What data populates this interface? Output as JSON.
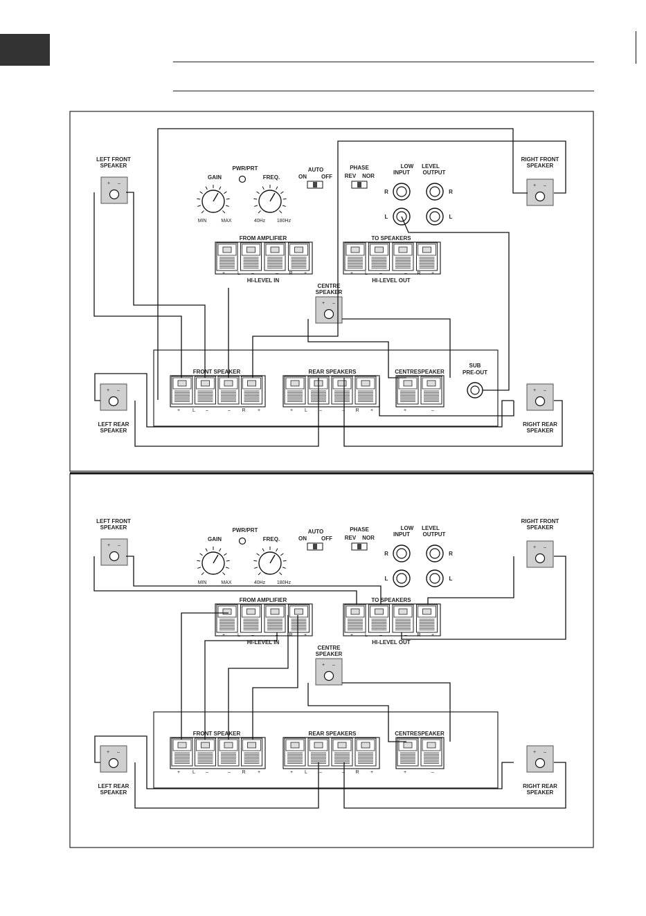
{
  "labels": {
    "left_front": [
      "LEFT FRONT",
      "SPEAKER"
    ],
    "right_front": [
      "RIGHT FRONT",
      "SPEAKER"
    ],
    "left_rear": [
      "LEFT REAR",
      "SPEAKER"
    ],
    "right_rear": [
      "RIGHT REAR",
      "SPEAKER"
    ],
    "centre": [
      "CENTRE",
      "SPEAKER"
    ],
    "pwr": "PWR/PRT",
    "gain": "GAIN",
    "freq": "FREQ.",
    "min": "MIN",
    "max": "MAX",
    "hz40": "40Hz",
    "hz180": "180Hz",
    "auto": "AUTO",
    "on": "ON",
    "off": "OFF",
    "phase": "PHASE",
    "rev": "REV",
    "nor": "NOR",
    "low": "LOW",
    "level": "LEVEL",
    "input": "INPUT",
    "output": "OUTPUT",
    "R": "R",
    "L": "L",
    "from_amp": "FROM AMPLIFIER",
    "to_spk": "TO SPEAKERS",
    "hi_in": "HI-LEVEL IN",
    "hi_out": "HI-LEVEL OUT",
    "front_spk": "FRONT SPEAKER",
    "rear_spk": "REAR SPEAKERS",
    "centre_spk": "CENTRESPEAKER",
    "sub": [
      "SUB",
      "PRE-OUT"
    ],
    "plus": "+",
    "minus": "–",
    "term_marks": [
      "+",
      "L",
      "–",
      "–",
      "R",
      "+"
    ]
  },
  "colors": {
    "panel_fill": "#ffffff",
    "speaker_fill": "#cfcfcf",
    "tab_fill": "#333333"
  }
}
